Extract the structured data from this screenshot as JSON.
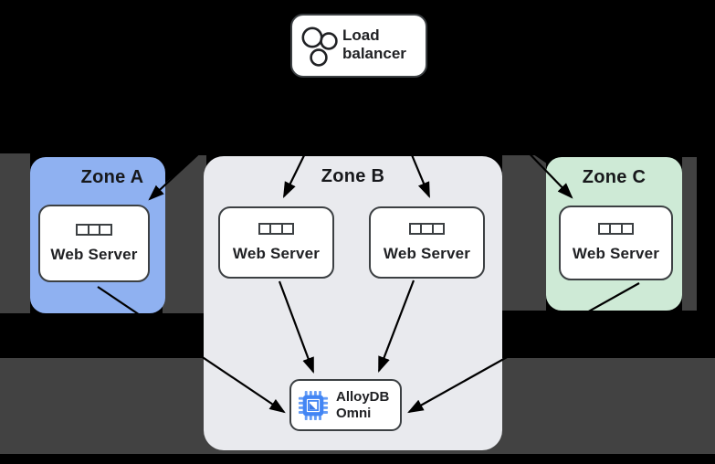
{
  "diagram": {
    "load_balancer": {
      "icon": "load-balancer-circles-icon",
      "label_line1": "Load",
      "label_line2": "balancer"
    },
    "zones": [
      {
        "label": "Zone A",
        "fill": "#8FB1F1",
        "servers": [
          {
            "icon": "server-rack-icon",
            "label": "Web Server"
          }
        ]
      },
      {
        "label": "Zone B",
        "fill": "#E9EAEE",
        "servers": [
          {
            "icon": "server-rack-icon",
            "label": "Web Server"
          },
          {
            "icon": "server-rack-icon",
            "label": "Web Server"
          }
        ]
      },
      {
        "label": "Zone C",
        "fill": "#CEEAD6",
        "servers": [
          {
            "icon": "server-rack-icon",
            "label": "Web Server"
          }
        ]
      }
    ],
    "database": {
      "icon": "alloydb-chip-icon",
      "label_line1": "AlloyDB",
      "label_line2": "Omni"
    },
    "edges": [
      {
        "from": "load-balancer",
        "to": "zone-a-web-server"
      },
      {
        "from": "load-balancer",
        "to": "zone-b-web-server-1"
      },
      {
        "from": "load-balancer",
        "to": "zone-b-web-server-2"
      },
      {
        "from": "load-balancer",
        "to": "zone-c-web-server"
      },
      {
        "from": "zone-a-web-server",
        "to": "alloydb-omni"
      },
      {
        "from": "zone-b-web-server-1",
        "to": "alloydb-omni"
      },
      {
        "from": "zone-b-web-server-2",
        "to": "alloydb-omni"
      },
      {
        "from": "zone-c-web-server",
        "to": "alloydb-omni"
      }
    ],
    "colors": {
      "background": "#000000",
      "background_band": "#424242",
      "zone_a_fill": "#8FB1F1",
      "zone_b_fill": "#E9EAEE",
      "zone_c_fill": "#CEEAD6",
      "box_fill": "#FFFFFF",
      "box_border": "#3C4043",
      "arrow": "#000000",
      "text": "#202124",
      "alloydb_icon_blue": "#4285F4",
      "alloydb_icon_light_blue": "#669DF6"
    }
  }
}
